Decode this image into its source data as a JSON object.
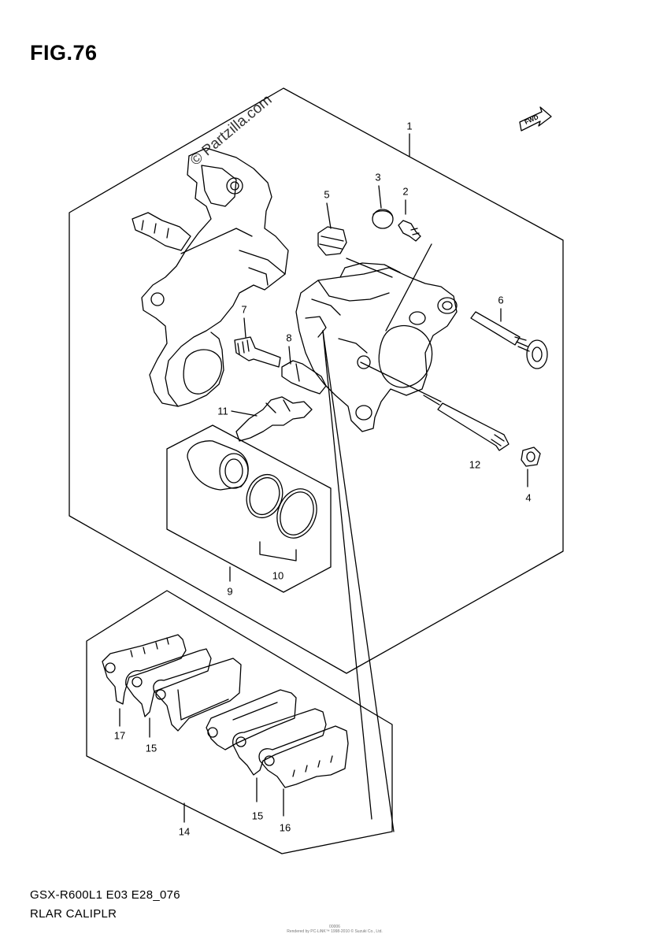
{
  "figure": {
    "title": "FIG.76",
    "model_code": "GSX-R600L1 E03 E28_076",
    "subtitle": "RLAR CALIPLR",
    "watermark": "© Partzilla.com",
    "fwd_label": "FWD",
    "footer_lines": [
      "00006",
      "Rendered by PC-LiNK™ 1998-2010 © Suzuki Co., Ltd."
    ]
  },
  "callouts": [
    {
      "id": "c1",
      "label": "1"
    },
    {
      "id": "c2",
      "label": "2"
    },
    {
      "id": "c3",
      "label": "3"
    },
    {
      "id": "c4",
      "label": "4"
    },
    {
      "id": "c5",
      "label": "5"
    },
    {
      "id": "c6",
      "label": "6"
    },
    {
      "id": "c7",
      "label": "7"
    },
    {
      "id": "c8",
      "label": "8"
    },
    {
      "id": "c9",
      "label": "9"
    },
    {
      "id": "c10",
      "label": "10"
    },
    {
      "id": "c11",
      "label": "11"
    },
    {
      "id": "c12",
      "label": "12"
    },
    {
      "id": "c14",
      "label": "14"
    },
    {
      "id": "c15a",
      "label": "15"
    },
    {
      "id": "c15b",
      "label": "15"
    },
    {
      "id": "c16",
      "label": "16"
    },
    {
      "id": "c17",
      "label": "17"
    }
  ]
}
